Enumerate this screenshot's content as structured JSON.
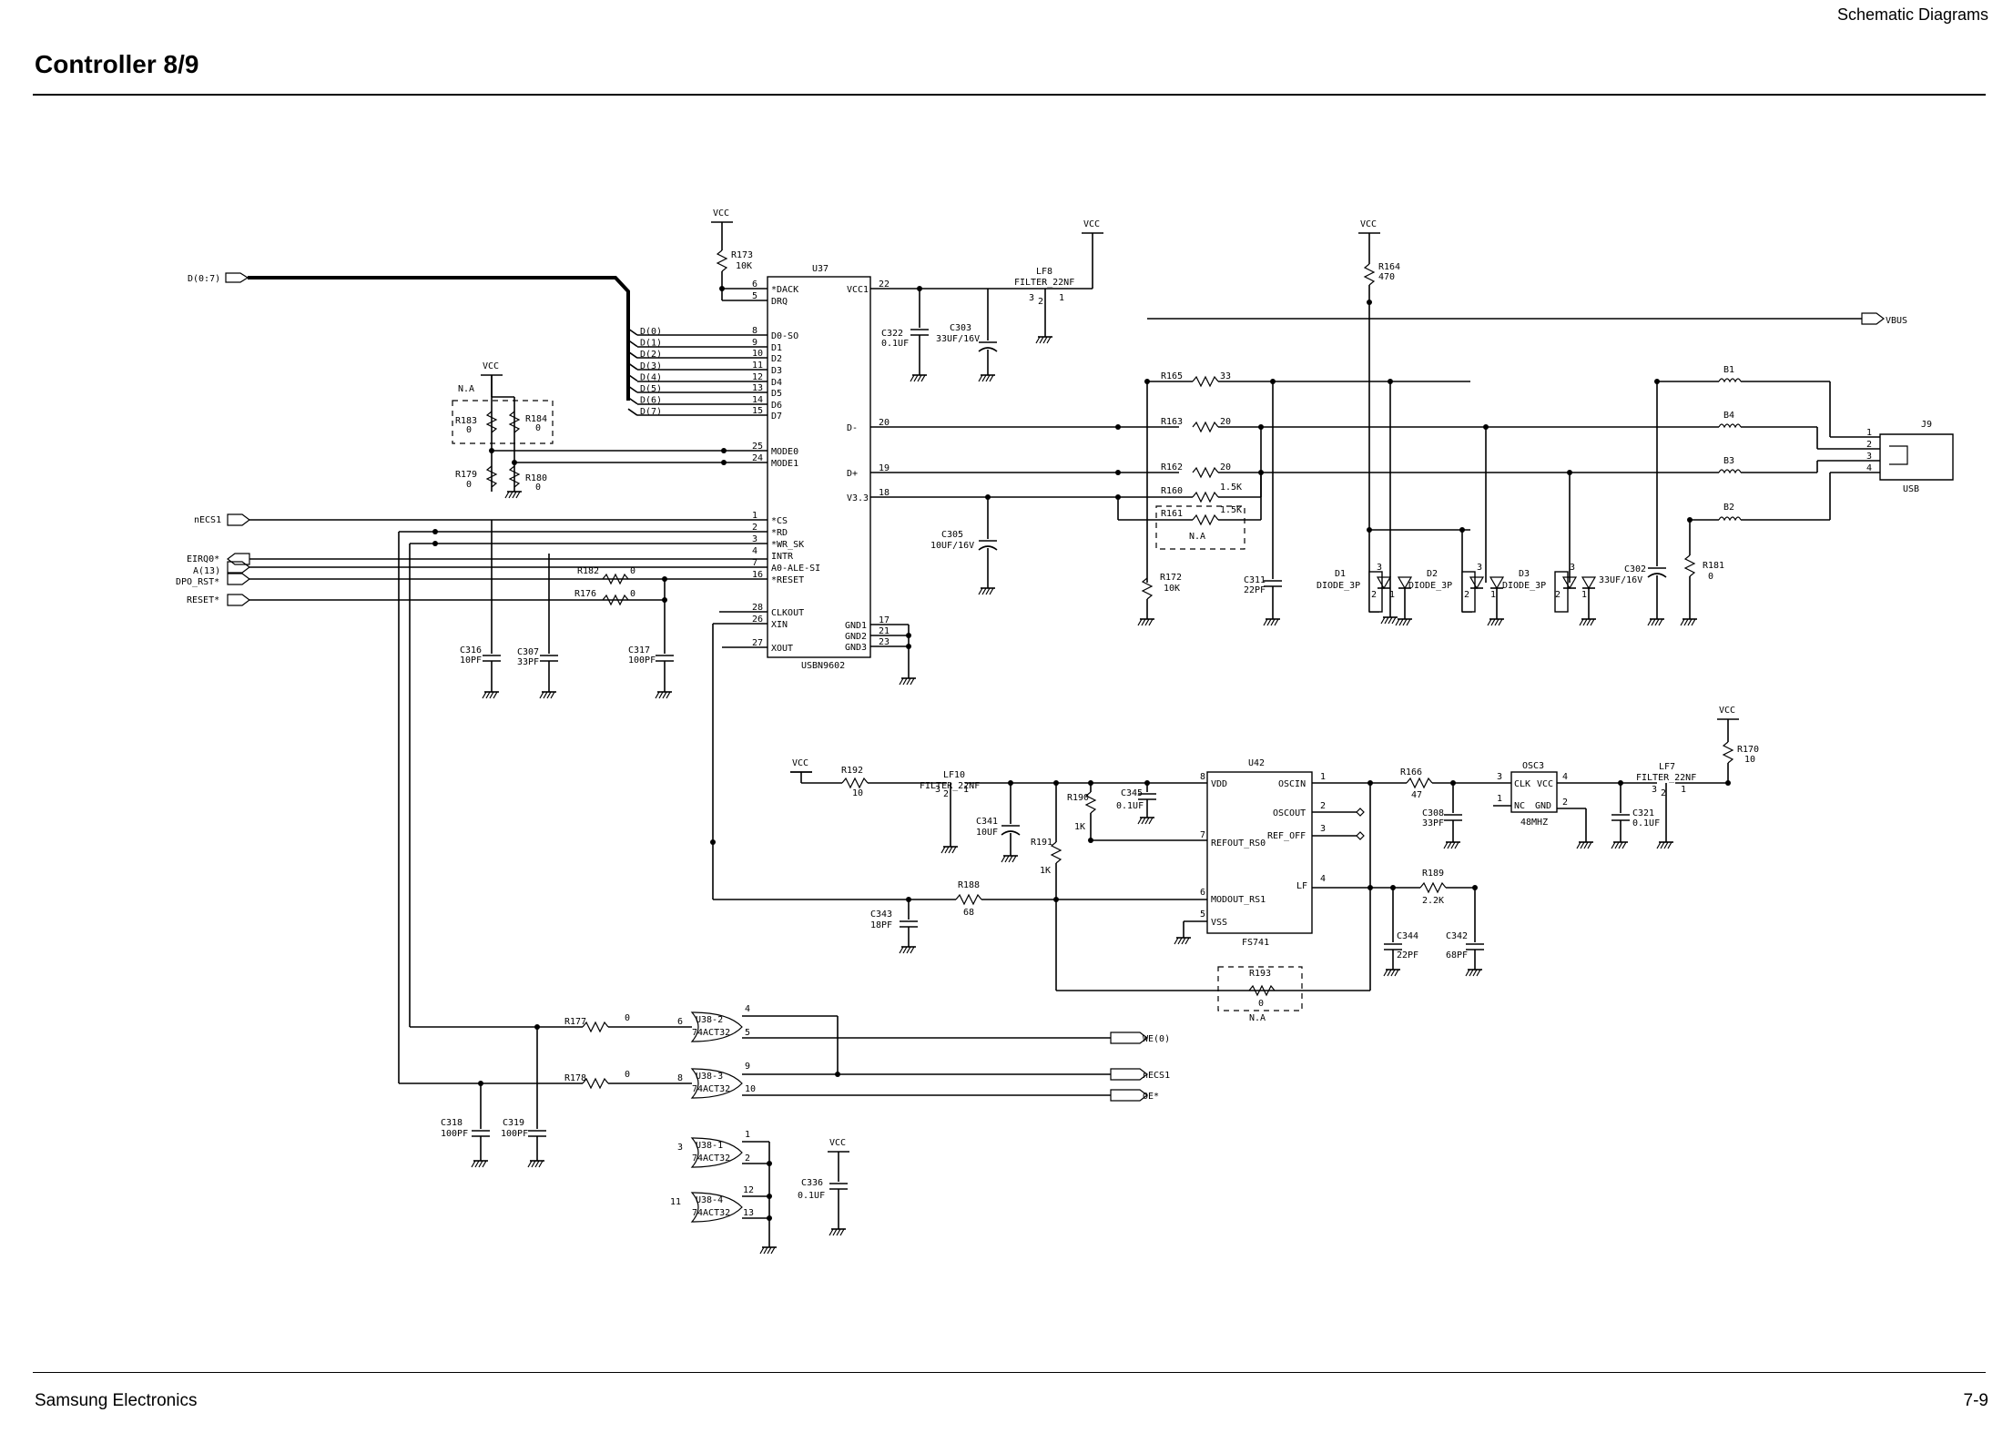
{
  "header": {
    "section": "Schematic Diagrams",
    "title": "Controller 8/9"
  },
  "footer": {
    "company": "Samsung Electronics",
    "page": "7-9"
  },
  "schematic": {
    "ports": {
      "d07": "D(0:7)",
      "necs1_in": "nECS1",
      "eirq0": "EIRQ0*",
      "a13": "A(13)",
      "dpo_rst": "DPO_RST*",
      "reset": "RESET*",
      "vbus": "VBUS",
      "we0": "WE(0)",
      "necs1_out": "nECS1",
      "oe": "OE*"
    },
    "power": {
      "vcc": "VCC"
    },
    "na": "N.A",
    "bus_bits": [
      "D(0)",
      "D(1)",
      "D(2)",
      "D(3)",
      "D(4)",
      "D(5)",
      "D(6)",
      "D(7)"
    ],
    "u37": {
      "ref": "U37",
      "part": "USBN9602",
      "left_pins": [
        {
          "num": "6",
          "name": "*DACK"
        },
        {
          "num": "5",
          "name": "DRQ"
        },
        {
          "num": "8",
          "name": "D0-SO"
        },
        {
          "num": "9",
          "name": "D1"
        },
        {
          "num": "10",
          "name": "D2"
        },
        {
          "num": "11",
          "name": "D3"
        },
        {
          "num": "12",
          "name": "D4"
        },
        {
          "num": "13",
          "name": "D5"
        },
        {
          "num": "14",
          "name": "D6"
        },
        {
          "num": "15",
          "name": "D7"
        },
        {
          "num": "25",
          "name": "MODE0"
        },
        {
          "num": "24",
          "name": "MODE1"
        },
        {
          "num": "1",
          "name": "*CS"
        },
        {
          "num": "2",
          "name": "*RD"
        },
        {
          "num": "3",
          "name": "*WR_SK"
        },
        {
          "num": "4",
          "name": "INTR"
        },
        {
          "num": "7",
          "name": "A0-ALE-SI"
        },
        {
          "num": "16",
          "name": "*RESET"
        },
        {
          "num": "28",
          "name": "CLKOUT"
        },
        {
          "num": "26",
          "name": "XIN"
        },
        {
          "num": "27",
          "name": "XOUT"
        }
      ],
      "right_pins": [
        {
          "num": "22",
          "name": "VCC1"
        },
        {
          "num": "20",
          "name": "D-"
        },
        {
          "num": "19",
          "name": "D+"
        },
        {
          "num": "18",
          "name": "V3.3"
        },
        {
          "num": "17",
          "name": "GND1"
        },
        {
          "num": "21",
          "name": "GND2"
        },
        {
          "num": "23",
          "name": "GND3"
        }
      ]
    },
    "u42": {
      "ref": "U42",
      "part": "FS741",
      "left_pins": [
        {
          "num": "8",
          "name": "VDD"
        },
        {
          "num": "7",
          "name": "REFOUT_RS0"
        },
        {
          "num": "6",
          "name": "MODOUT_RS1"
        },
        {
          "num": "5",
          "name": "VSS"
        }
      ],
      "right_pins": [
        {
          "num": "1",
          "name": "OSCIN"
        },
        {
          "num": "2",
          "name": "OSCOUT"
        },
        {
          "num": "3",
          "name": "REF_OFF"
        },
        {
          "num": "4",
          "name": "LF"
        }
      ]
    },
    "osc3": {
      "ref": "OSC3",
      "freq": "48MHZ",
      "pins": {
        "p3": "3",
        "p4": "4",
        "p1": "1",
        "p2": "2"
      },
      "names": {
        "clk": "CLK",
        "vcc": "VCC",
        "nc": "NC",
        "gnd": "GND"
      }
    },
    "j9": {
      "ref": "J9",
      "label": "USB",
      "pins": [
        "1",
        "2",
        "3",
        "4"
      ]
    },
    "gates": [
      {
        "ref": "U38-2",
        "part": "74ACT32",
        "in": "6",
        "out_a": "4",
        "out_b": "5"
      },
      {
        "ref": "U38-3",
        "part": "74ACT32",
        "in": "8",
        "out_a": "9",
        "out_b": "10"
      },
      {
        "ref": "U38-1",
        "part": "74ACT32",
        "in": "3",
        "out_a": "1",
        "out_b": "2"
      },
      {
        "ref": "U38-4",
        "part": "74ACT32",
        "in": "11",
        "out_a": "12",
        "out_b": "13"
      }
    ],
    "resistors": {
      "r173": {
        "ref": "R173",
        "val": "10K"
      },
      "r183": {
        "ref": "R183",
        "val": "0"
      },
      "r184": {
        "ref": "R184",
        "val": "0"
      },
      "r179": {
        "ref": "R179",
        "val": "0"
      },
      "r180": {
        "ref": "R180",
        "val": "0"
      },
      "r182": {
        "ref": "R182",
        "val": "0"
      },
      "r176": {
        "ref": "R176",
        "val": "0"
      },
      "r164": {
        "ref": "R164",
        "val": "470"
      },
      "r165": {
        "ref": "R165",
        "val": "33"
      },
      "r163": {
        "ref": "R163",
        "val": "20"
      },
      "r162": {
        "ref": "R162",
        "val": "20"
      },
      "r160": {
        "ref": "R160",
        "val": "1.5K"
      },
      "r161": {
        "ref": "R161",
        "val": "1.5K"
      },
      "r172": {
        "ref": "R172",
        "val": "10K"
      },
      "r181": {
        "ref": "R181",
        "val": "0"
      },
      "r192": {
        "ref": "R192",
        "val": "10"
      },
      "r190": {
        "ref": "R190",
        "val": "1K"
      },
      "r191": {
        "ref": "R191",
        "val": "1K"
      },
      "r188": {
        "ref": "R188",
        "val": "68"
      },
      "r166": {
        "ref": "R166",
        "val": "47"
      },
      "r189": {
        "ref": "R189",
        "val": "2.2K"
      },
      "r170": {
        "ref": "R170",
        "val": "10"
      },
      "r193": {
        "ref": "R193",
        "val": "0"
      },
      "r177": {
        "ref": "R177",
        "val": "0"
      },
      "r178": {
        "ref": "R178",
        "val": "0"
      }
    },
    "capacitors": {
      "c322": {
        "ref": "C322",
        "val": "0.1UF"
      },
      "c303": {
        "ref": "C303",
        "val": "33UF/16V"
      },
      "c305": {
        "ref": "C305",
        "val": "10UF/16V"
      },
      "c316": {
        "ref": "C316",
        "val": "10PF"
      },
      "c307": {
        "ref": "C307",
        "val": "33PF"
      },
      "c317": {
        "ref": "C317",
        "val": "100PF"
      },
      "c311": {
        "ref": "C311",
        "val": "22PF"
      },
      "c302": {
        "ref": "C302",
        "val": "33UF/16V"
      },
      "c345": {
        "ref": "C345",
        "val": "0.1UF"
      },
      "c341": {
        "ref": "C341",
        "val": "10UF"
      },
      "c343": {
        "ref": "C343",
        "val": "18PF"
      },
      "c308": {
        "ref": "C308",
        "val": "33PF"
      },
      "c321": {
        "ref": "C321",
        "val": "0.1UF"
      },
      "c344": {
        "ref": "C344",
        "val": "22PF"
      },
      "c342": {
        "ref": "C342",
        "val": "68PF"
      },
      "c318": {
        "ref": "C318",
        "val": "100PF"
      },
      "c319": {
        "ref": "C319",
        "val": "100PF"
      },
      "c336": {
        "ref": "C336",
        "val": "0.1UF"
      }
    },
    "filters": {
      "lf8": {
        "ref": "LF8",
        "part": "FILTER_22NF"
      },
      "lf10": {
        "ref": "LF10",
        "part": "FILTER_22NF"
      },
      "lf7": {
        "ref": "LF7",
        "part": "FILTER_22NF"
      }
    },
    "beads": [
      "B1",
      "B4",
      "B3",
      "B2"
    ],
    "diodes": [
      {
        "ref": "D1",
        "part": "DIODE_3P"
      },
      {
        "ref": "D2",
        "part": "DIODE_3P"
      },
      {
        "ref": "D3",
        "part": "DIODE_3P"
      }
    ]
  }
}
